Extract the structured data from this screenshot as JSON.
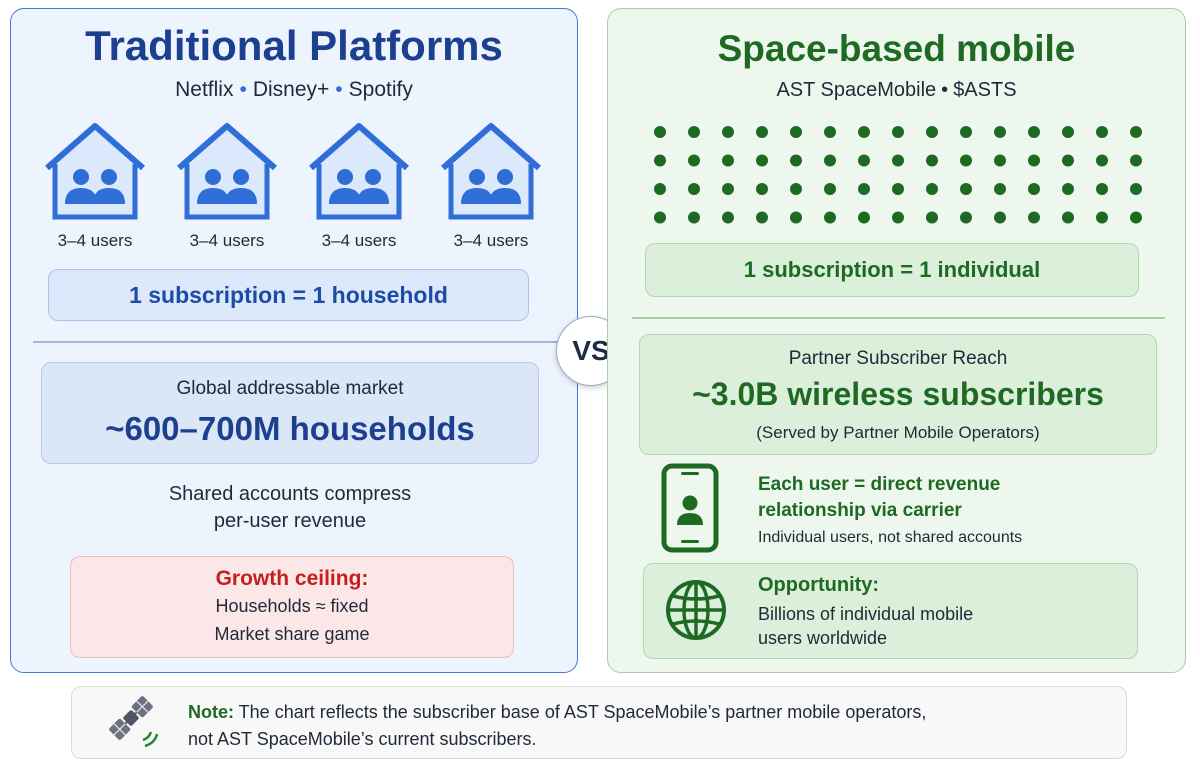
{
  "traditional": {
    "title": "Traditional Platforms",
    "platforms": [
      "Netflix",
      "Disney+",
      "Spotify"
    ],
    "households": [
      {
        "users_label": "3–4 users"
      },
      {
        "users_label": "3–4 users"
      },
      {
        "users_label": "3–4 users"
      },
      {
        "users_label": "3–4 users"
      }
    ],
    "subscription_rule": "1 subscription = 1 household",
    "market_label": "Global addressable market",
    "market_value": "~600–700M households",
    "shared_line1": "Shared accounts compress",
    "shared_line2": "per-user revenue",
    "ceiling_title": "Growth ceiling:",
    "ceiling_line1": "Households ≈ fixed",
    "ceiling_line2": "Market share game"
  },
  "vs_label": "VS",
  "space": {
    "title": "Space-based mobile",
    "subtitle_company": "AST SpaceMobile",
    "subtitle_ticker": "$ASTS",
    "subscription_rule": "1 subscription = 1 individual",
    "reach_label": "Partner Subscriber Reach",
    "reach_value": "~3.0B wireless subscribers",
    "reach_note": "(Served by Partner Mobile Operators)",
    "user_line1": "Each user = direct revenue",
    "user_line2": "relationship via carrier",
    "user_sub": "Individual users, not shared accounts",
    "opportunity_title": "Opportunity:",
    "opportunity_line1": "Billions of individual mobile",
    "opportunity_line2": "users worldwide"
  },
  "note": {
    "label": "Note:",
    "line1": " The chart reflects the subscriber base of AST SpaceMobile’s partner mobile operators,",
    "line2": "not AST SpaceMobile’s current subscribers."
  },
  "colors": {
    "traditional_accent": "#1d3f8f",
    "traditional_icon": "#2f6ed6",
    "space_accent": "#1e6a23",
    "ceiling_red": "#c51f1f"
  },
  "icons": {
    "house": "house-with-users-icon",
    "phone": "smartphone-user-icon",
    "globe": "globe-icon",
    "satellite": "satellite-icon"
  }
}
